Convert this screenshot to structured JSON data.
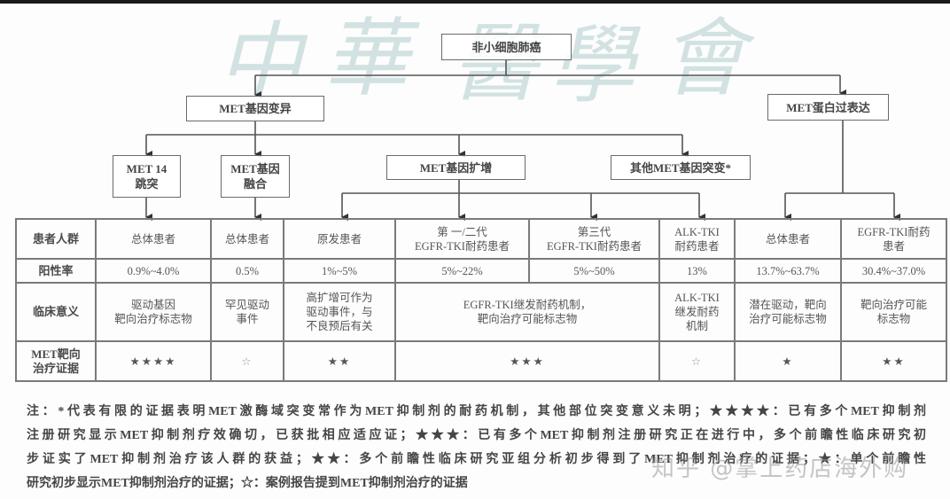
{
  "watermark": {
    "characters": [
      "中",
      "華",
      "醫",
      "學",
      "會"
    ],
    "color": "#c4dada",
    "overlay_text": "知乎 @掌上药店海外购"
  },
  "flowchart": {
    "root": "非小细胞肺癌",
    "level1": {
      "gene_alteration": "MET基因变异",
      "protein_overexpression": "MET蛋白过表达"
    },
    "level2": {
      "exon14_skipping": "MET 14\n跳突",
      "gene_fusion": "MET基因\n融合",
      "amplification": "MET基因扩增",
      "other_mutations": "其他MET基因突变*"
    }
  },
  "table": {
    "row_headers": [
      "患者人群",
      "阳性率",
      "临床意义",
      "MET靶向\n治疗证据"
    ],
    "population": [
      "总体患者",
      "总体患者",
      "原发患者",
      "第 一/二代\nEGFR-TKI耐药患者",
      "第三代\nEGFR-TKI耐药患者",
      "ALK-TKI\n耐药患者",
      "总体患者",
      "EGFR-TKI耐药\n患者"
    ],
    "positive_rate": [
      "0.9%~4.0%",
      "0.5%",
      "1%~5%",
      "5%~22%",
      "5%~50%",
      "13%",
      "13.7%~63.7%",
      "30.4%~37.0%"
    ],
    "clinical_significance": [
      "驱动基因\n靶向治疗标志物",
      "罕见驱动\n事件",
      "高扩增可作为\n驱动事件，与\n不良预后有关",
      "EGFR-TKI继发耐药机制，\n靶向治疗可能标志物",
      "ALK-TKI\n继发耐药\n机制",
      "潜在驱动，靶向\n治疗可能标志物",
      "靶向治疗可能\n标志物"
    ],
    "evidence": [
      "★★★★",
      "☆",
      "★★",
      "★★★",
      "☆",
      "★",
      "★★"
    ]
  },
  "notes": {
    "lines": [
      "注：*代表有限的证据表明MET激酶域突变常作为MET抑制剂的耐药机制，其他部位突变意义未明；★★★★：已有多个MET抑制剂",
      "注册研究显示MET抑制剂疗效确切，已获批相应适应证；★★★：已有多个MET抑制剂注册研究正在进行中，多个前瞻性临床研究初",
      "步证实了MET抑制剂治疗该人群的获益；★★：多个前瞻性临床研究亚组分析初步得到了MET抑制剂治疗的证据；★：单个前瞻性",
      "研究初步显示MET抑制剂治疗的证据；☆：案例报告提到MET抑制剂治疗的证据"
    ]
  }
}
